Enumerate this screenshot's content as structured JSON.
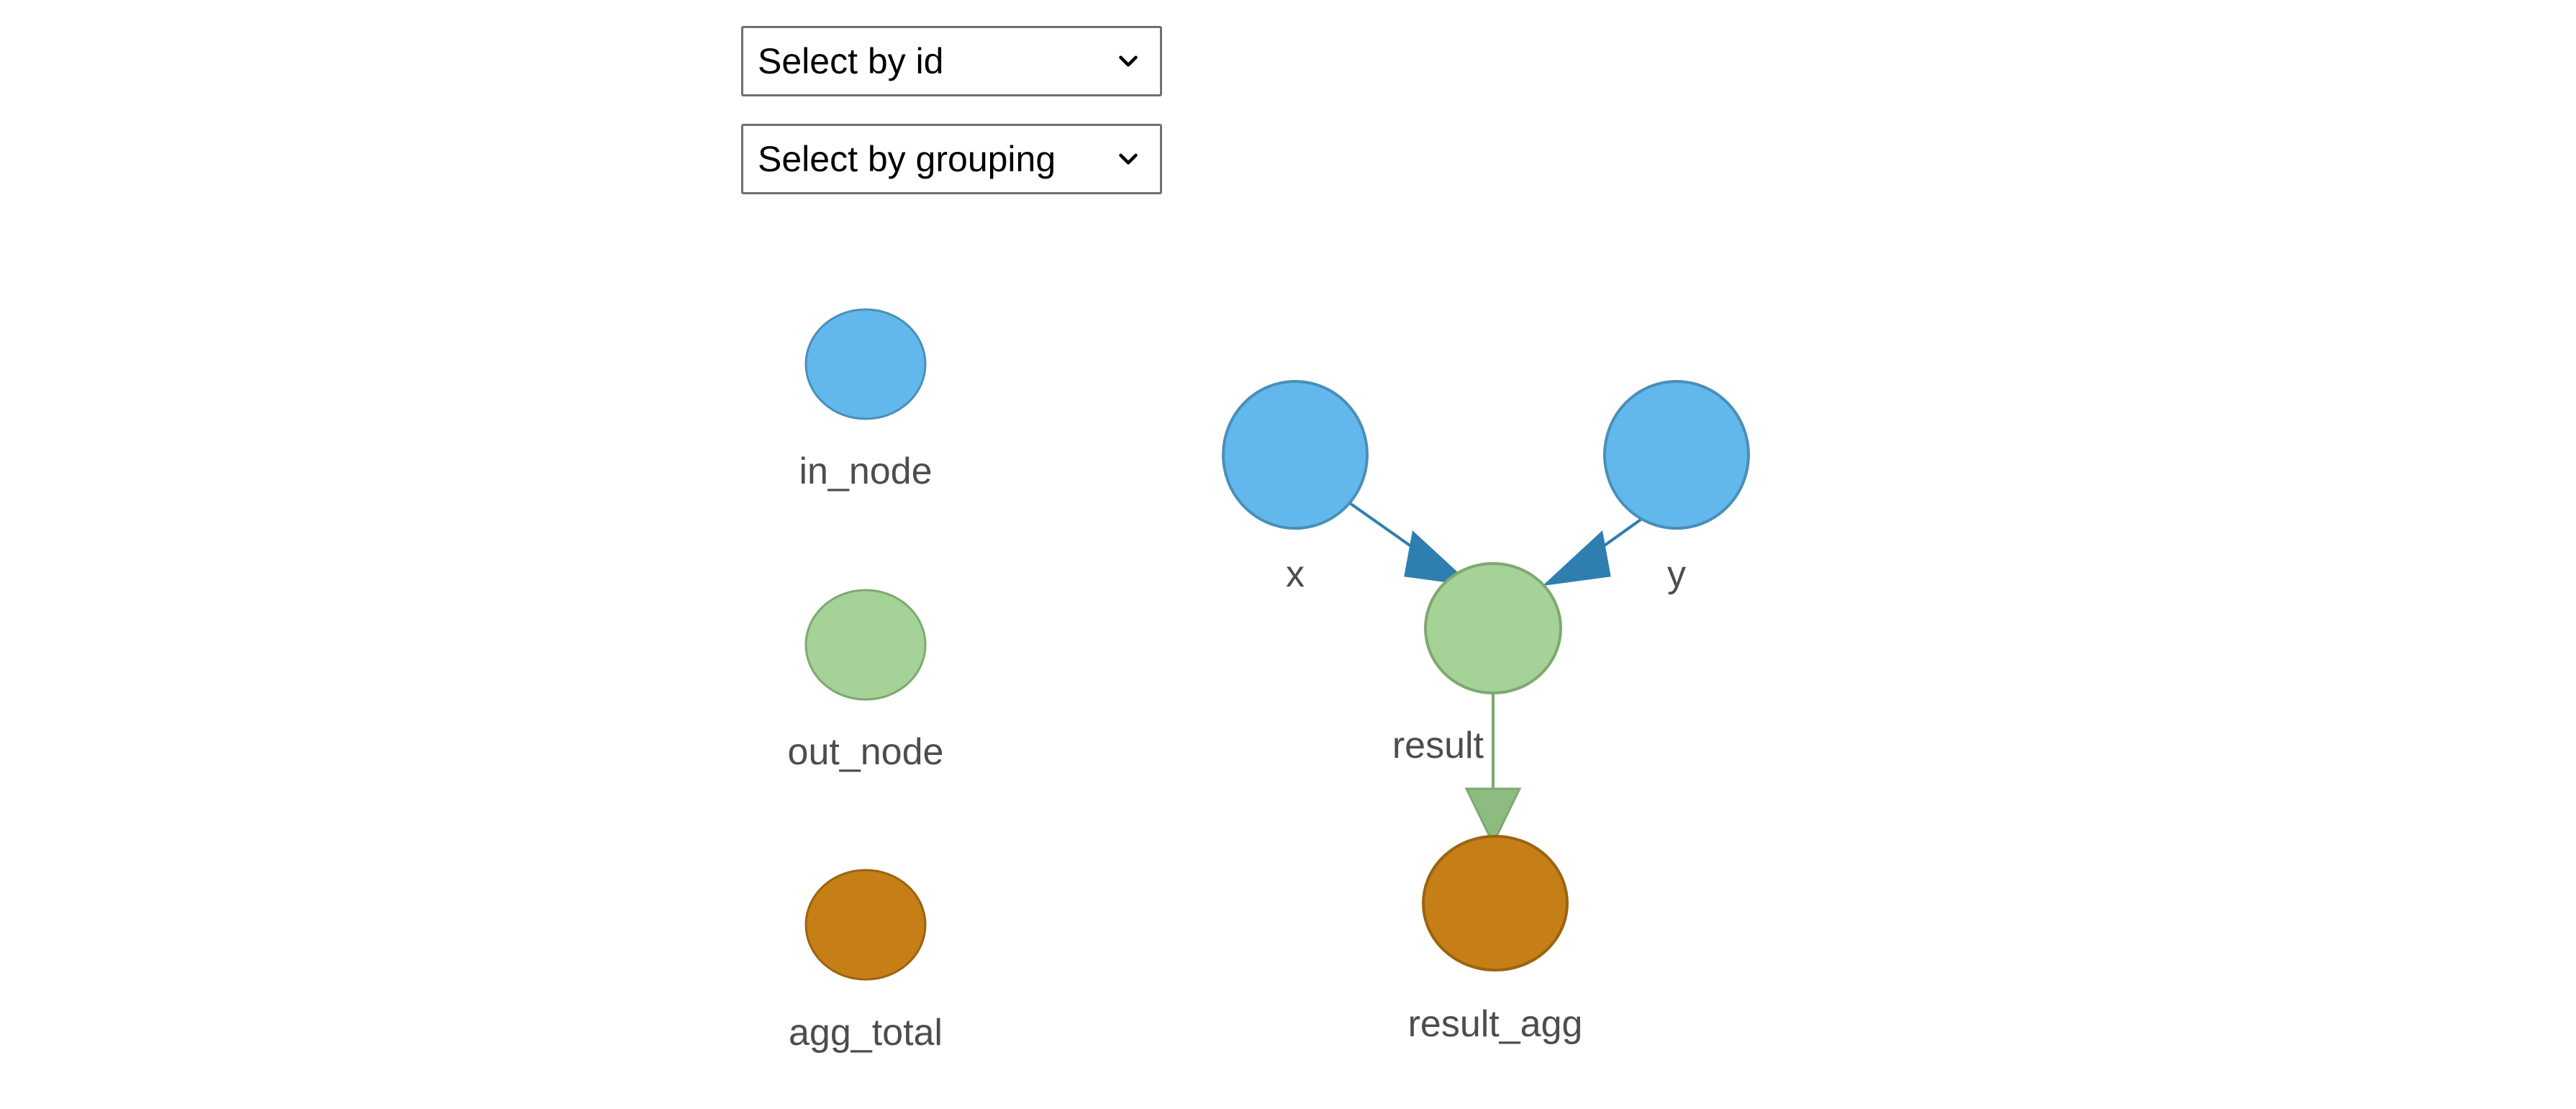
{
  "controls": {
    "selects": [
      {
        "name": "select-by-id",
        "value": "Select by id",
        "icon": "chevron-down-icon"
      },
      {
        "name": "select-by-grouping",
        "value": "Select by grouping",
        "icon": "chevron-down-icon"
      }
    ]
  },
  "legend": {
    "items": [
      {
        "label": "in_node",
        "color": "#62b8ec",
        "stroke": "#4a8fb8"
      },
      {
        "label": "out_node",
        "color": "#a5d296",
        "stroke": "#7da96f"
      },
      {
        "label": "agg_total",
        "color": "#c67e16",
        "stroke": "#9c6410"
      }
    ]
  },
  "graph": {
    "nodes": [
      {
        "id": "x",
        "label": "x",
        "group": "in_node",
        "color": "#62b8ec",
        "stroke": "#4a8fb8"
      },
      {
        "id": "y",
        "label": "y",
        "group": "in_node",
        "color": "#62b8ec",
        "stroke": "#4a8fb8"
      },
      {
        "id": "result",
        "label": "",
        "group": "out_node",
        "color": "#a5d296",
        "stroke": "#7da96f"
      },
      {
        "id": "result_agg",
        "label": "result_agg",
        "group": "agg_total",
        "color": "#c67e16",
        "stroke": "#9c6410"
      }
    ],
    "edges": [
      {
        "from": "x",
        "to": "result",
        "label": "",
        "color": "#2e7eb0"
      },
      {
        "from": "y",
        "to": "result",
        "label": "",
        "color": "#2e7eb0"
      },
      {
        "from": "result",
        "to": "result_agg",
        "label": "result",
        "color": "#7da96f"
      }
    ]
  },
  "colors": {
    "in_node": "#62b8ec",
    "out_node": "#a5d296",
    "agg_total": "#c67e16",
    "edge_blue": "#2e7eb0",
    "edge_green": "#7da96f",
    "text": "#4d4d4d",
    "background": "#ffffff"
  }
}
